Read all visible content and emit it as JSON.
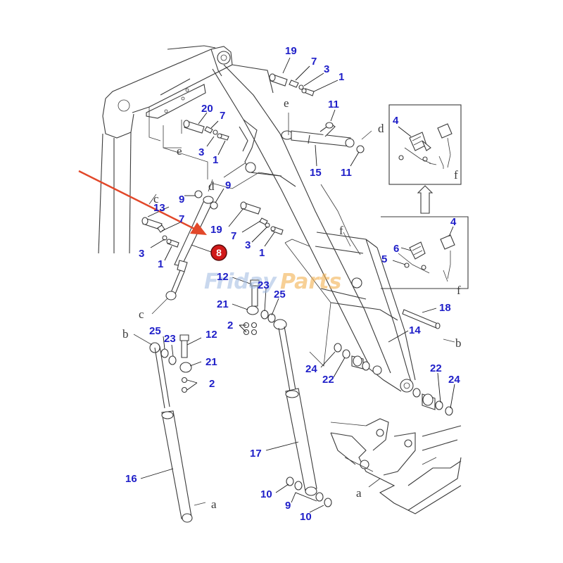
{
  "diagram": {
    "callout_numbers": {
      "n19a": "19",
      "n7a": "7",
      "n3a": "3",
      "n1a": "1",
      "n20": "20",
      "n7b": "7",
      "n3b": "3",
      "n1b": "1",
      "n11a": "11",
      "n15": "15",
      "n11b": "11",
      "n4a": "4",
      "n9a": "9",
      "n9b": "9",
      "n13": "13",
      "n7c": "7",
      "n3c": "3",
      "n1c": "1",
      "n19b": "19",
      "n7d": "7",
      "n3d": "3",
      "n1d": "1",
      "n8": "8",
      "n6": "6",
      "n5": "5",
      "n4b": "4",
      "n12a": "12",
      "n23a": "23",
      "n25a": "25",
      "n21a": "21",
      "n2a": "2",
      "n18": "18",
      "n14": "14",
      "n25b": "25",
      "n23b": "23",
      "n12b": "12",
      "n21b": "21",
      "n2b": "2",
      "n24a": "24",
      "n22a": "22",
      "n22b": "22",
      "n24b": "24",
      "n17": "17",
      "n16": "16",
      "n10a": "10",
      "n9c": "9",
      "n10b": "10"
    },
    "ref_letters": {
      "e1": "e",
      "e2": "e",
      "d1": "d",
      "d2": "d",
      "c1": "c",
      "c2": "c",
      "b1": "b",
      "b2": "b",
      "a1": "a",
      "a2": "a",
      "f1": "f",
      "f2": "f",
      "f3": "f"
    },
    "watermark": {
      "part1": "Friday",
      "part2": "Parts"
    },
    "highlight": {
      "number": "8",
      "arrow_color": "#e2482a",
      "badge_color": "#d11a1a"
    },
    "colors": {
      "callout": "#1e1ec8",
      "linework": "#3a3a3a"
    }
  }
}
